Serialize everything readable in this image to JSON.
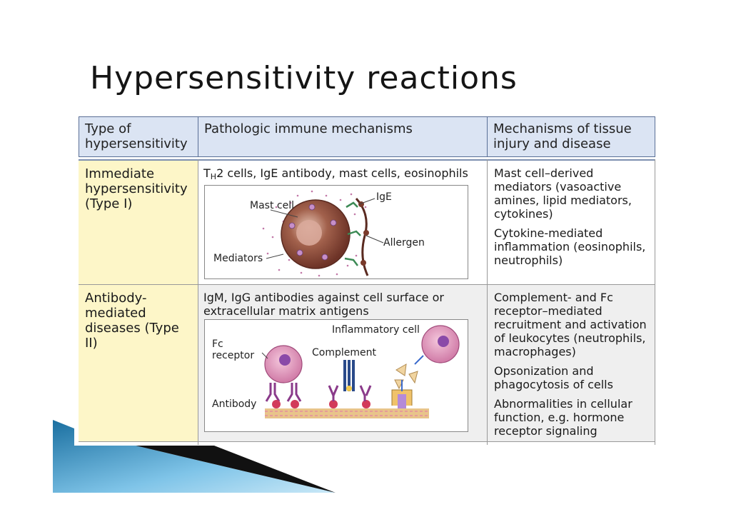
{
  "title": "Hypersensitivity reactions",
  "headers": {
    "type": "Type of hypersensitivity",
    "pathologic": "Pathologic immune mechanisms",
    "tissue": "Mechanisms of tissue injury and disease"
  },
  "rows": [
    {
      "type": "Immediate hypersensitivity (Type I)",
      "mechanism_prefix": "T",
      "mechanism_sub": "H",
      "mechanism_rest": "2 cells, IgE antibody, mast cells, eosinophils",
      "diagram_labels": {
        "mast_cell": "Mast cell",
        "ige": "IgE",
        "allergen": "Allergen",
        "mediators": "Mediators"
      },
      "tissue": [
        "Mast cell–derived mediators (vasoactive amines, lipid mediators, cytokines)",
        "Cytokine-mediated inflammation (eosinophils, neutrophils)"
      ]
    },
    {
      "type": "Antibody-mediated diseases (Type II)",
      "mechanism": "IgM, IgG antibodies against cell surface or extracellular matrix antigens",
      "diagram_labels": {
        "inflammatory_cell": "Inflammatory cell",
        "fc_receptor": "Fc receptor",
        "complement": "Complement",
        "antibody": "Antibody"
      },
      "tissue": [
        "Complement- and Fc receptor–mediated recruitment and activation of leukocytes (neutrophils, macrophages)",
        "Opsonization and phagocytosis of cells",
        "Abnormalities in cellular function, e.g. hormone receptor signaling"
      ]
    }
  ]
}
